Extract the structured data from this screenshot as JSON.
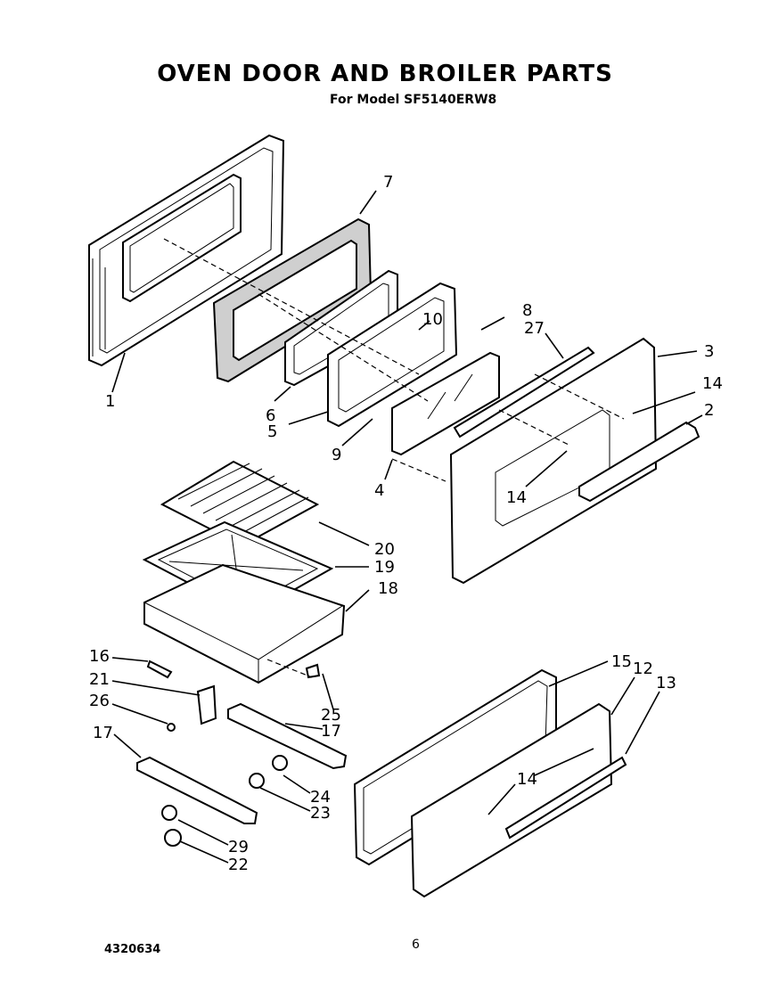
{
  "page": {
    "title": "OVEN DOOR AND BROILER PARTS",
    "subtitle": "For Model SF5140ERW8",
    "doc_code": "4320634",
    "page_number": "6"
  },
  "callouts": [
    {
      "id": "1",
      "label": "1"
    },
    {
      "id": "2",
      "label": "2"
    },
    {
      "id": "3",
      "label": "3"
    },
    {
      "id": "4",
      "label": "4"
    },
    {
      "id": "5",
      "label": "5"
    },
    {
      "id": "6",
      "label": "6"
    },
    {
      "id": "7",
      "label": "7"
    },
    {
      "id": "8",
      "label": "8"
    },
    {
      "id": "9",
      "label": "9"
    },
    {
      "id": "10",
      "label": "10"
    },
    {
      "id": "12",
      "label": "12"
    },
    {
      "id": "13",
      "label": "13"
    },
    {
      "id": "14a",
      "label": "14"
    },
    {
      "id": "14b",
      "label": "14"
    },
    {
      "id": "14c",
      "label": "14"
    },
    {
      "id": "15",
      "label": "15"
    },
    {
      "id": "16",
      "label": "16"
    },
    {
      "id": "17a",
      "label": "17"
    },
    {
      "id": "17b",
      "label": "17"
    },
    {
      "id": "18",
      "label": "18"
    },
    {
      "id": "19",
      "label": "19"
    },
    {
      "id": "20",
      "label": "20"
    },
    {
      "id": "21",
      "label": "21"
    },
    {
      "id": "22",
      "label": "22"
    },
    {
      "id": "23",
      "label": "23"
    },
    {
      "id": "24",
      "label": "24"
    },
    {
      "id": "25",
      "label": "25"
    },
    {
      "id": "26",
      "label": "26"
    },
    {
      "id": "27",
      "label": "27"
    },
    {
      "id": "29",
      "label": "29"
    }
  ]
}
